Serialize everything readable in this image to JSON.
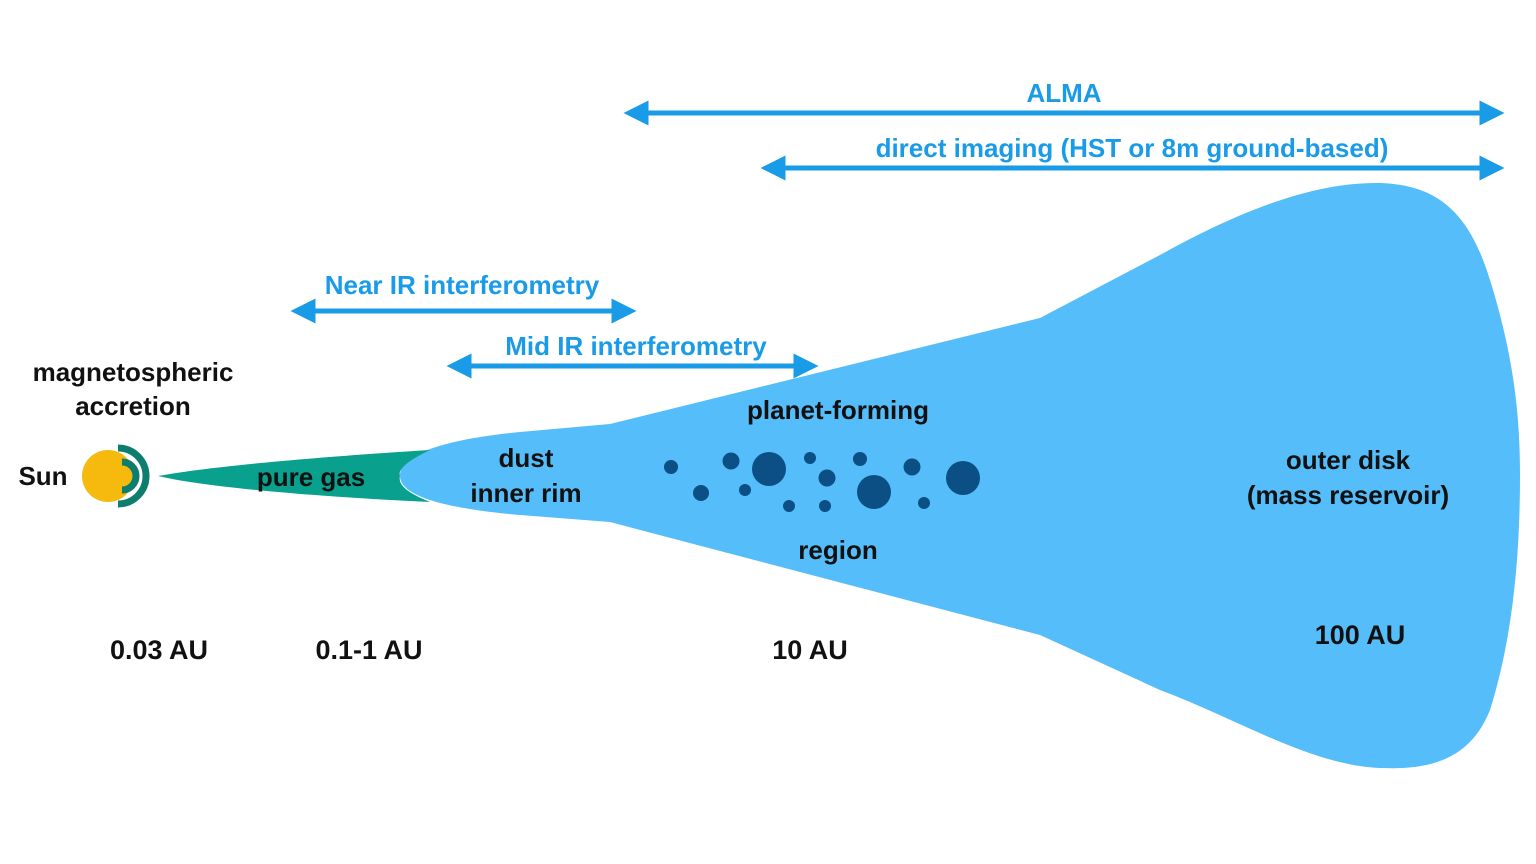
{
  "colors": {
    "arrow": "#1a9be8",
    "disk": "#55bdfa",
    "gas": "#0aa08e",
    "sun": "#f6b90d",
    "rings": "#0d7d6e",
    "planetesimal": "#0b4f85",
    "text": "#111111"
  },
  "ranges": [
    {
      "id": "alma",
      "label": "ALMA"
    },
    {
      "id": "direct-imaging",
      "label": "direct imaging (HST or 8m ground-based)"
    },
    {
      "id": "near-ir",
      "label": "Near IR interferometry"
    },
    {
      "id": "mid-ir",
      "label": "Mid IR interferometry"
    }
  ],
  "regions": {
    "magnetospheric": [
      "magnetospheric",
      "accretion"
    ],
    "sun": "Sun",
    "pure_gas": "pure gas",
    "dust_rim": [
      "dust",
      "inner rim"
    ],
    "planet_forming": [
      "planet-forming",
      "region"
    ],
    "outer_disk": [
      "outer disk",
      "(mass reservoir)"
    ]
  },
  "distances": [
    "0.03 AU",
    "0.1-1 AU",
    "10 AU",
    "100 AU"
  ],
  "icons": [
    "sun-icon",
    "magnetosphere-rings-icon",
    "planetesimal-dots"
  ]
}
